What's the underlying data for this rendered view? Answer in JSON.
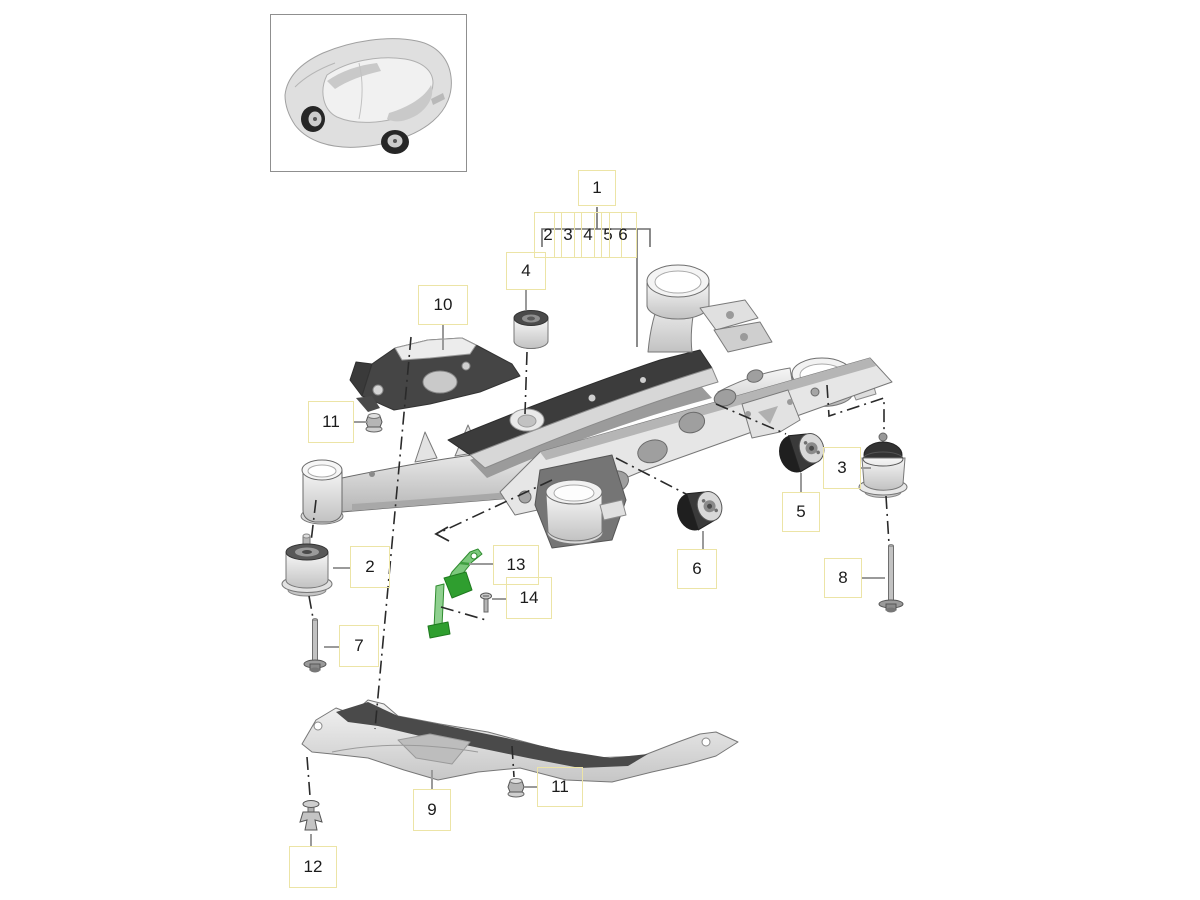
{
  "diagram": {
    "type": "vehicle-parts-exploded-diagram",
    "subject": "rear-axle-cross-member",
    "background": "#ffffff",
    "callout_box_color": "#ece4a6",
    "highlight_part_color": "#3f9e3f",
    "leader_line_color": "#9a9a9a",
    "alignment_line_color": "#2a2a2a",
    "callouts": {
      "c1": "1",
      "c2": "2",
      "c3": "3",
      "c4": "4",
      "c5": "5",
      "c6": "6",
      "c7": "7",
      "c8": "8",
      "c9": "9",
      "c10": "10",
      "c11a": "11",
      "c11b": "11",
      "c12": "12",
      "c13": "13",
      "c14": "14"
    },
    "icons": {
      "vehicle": "car-rear-three-quarter-icon"
    }
  }
}
